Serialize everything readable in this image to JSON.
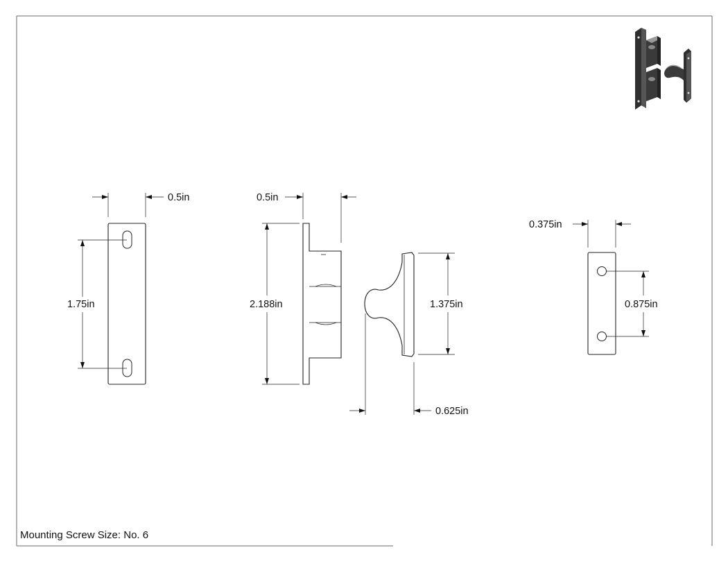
{
  "views": {
    "strike_plate": {
      "width_label": "0.5in",
      "height_label": "1.75in"
    },
    "catch_body": {
      "width_label": "0.5in",
      "height_label": "2.188in"
    },
    "catch_strike": {
      "width_label": "0.625in",
      "height_label": "1.375in"
    },
    "small_plate": {
      "width_label": "0.375in",
      "height_label": "0.875in"
    }
  },
  "note": "Mounting Screw Size: No. 6",
  "colors": {
    "line": "#222222",
    "frame": "#6a6a6a",
    "iso_dark": "#3a3a3a",
    "iso_mid": "#8a8a8a"
  }
}
